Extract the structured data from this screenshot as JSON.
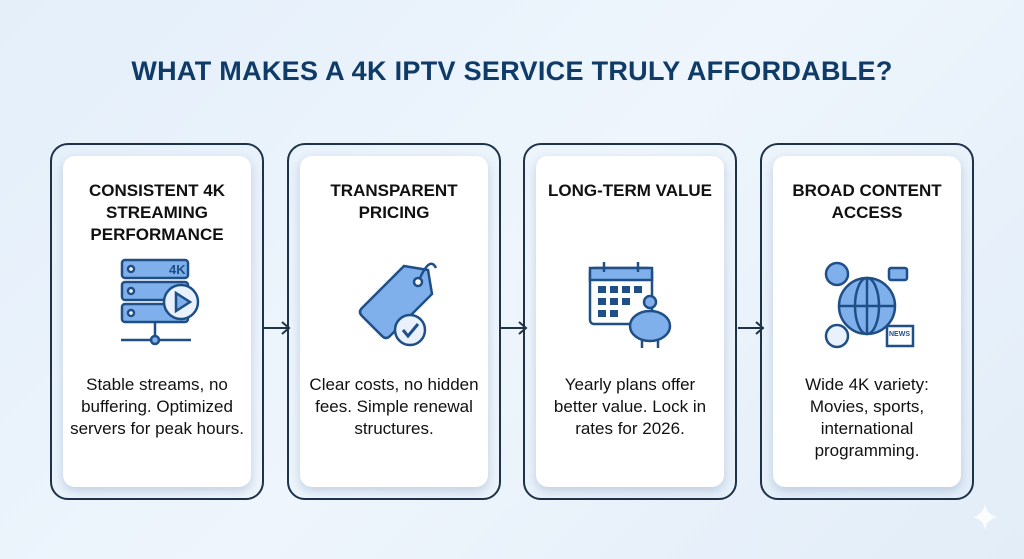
{
  "title": "WHAT MAKES A 4K IPTV SERVICE TRULY AFFORDABLE?",
  "cards": [
    {
      "title": "CONSISTENT 4K STREAMING PERFORMANCE",
      "icon": "server-play-icon",
      "icon_label": "4K",
      "desc": "Stable streams, no buffering. Optimized servers for peak hours."
    },
    {
      "title": "TRANSPARENT PRICING",
      "icon": "price-tag-check-icon",
      "desc": "Clear costs, no hidden fees. Simple renewal structures."
    },
    {
      "title": "LONG-TERM VALUE",
      "icon": "calendar-piggy-bank-icon",
      "desc": "Yearly plans offer better value. Lock in rates for 2026."
    },
    {
      "title": "BROAD CONTENT ACCESS",
      "icon": "globe-media-icon",
      "icon_label": "NEWS",
      "desc": "Wide 4K variety: Movies, sports, international programming."
    }
  ],
  "colors": {
    "title": "#0f3b68",
    "icon_fill": "#7fb0ec",
    "icon_stroke": "#1f4f86"
  }
}
